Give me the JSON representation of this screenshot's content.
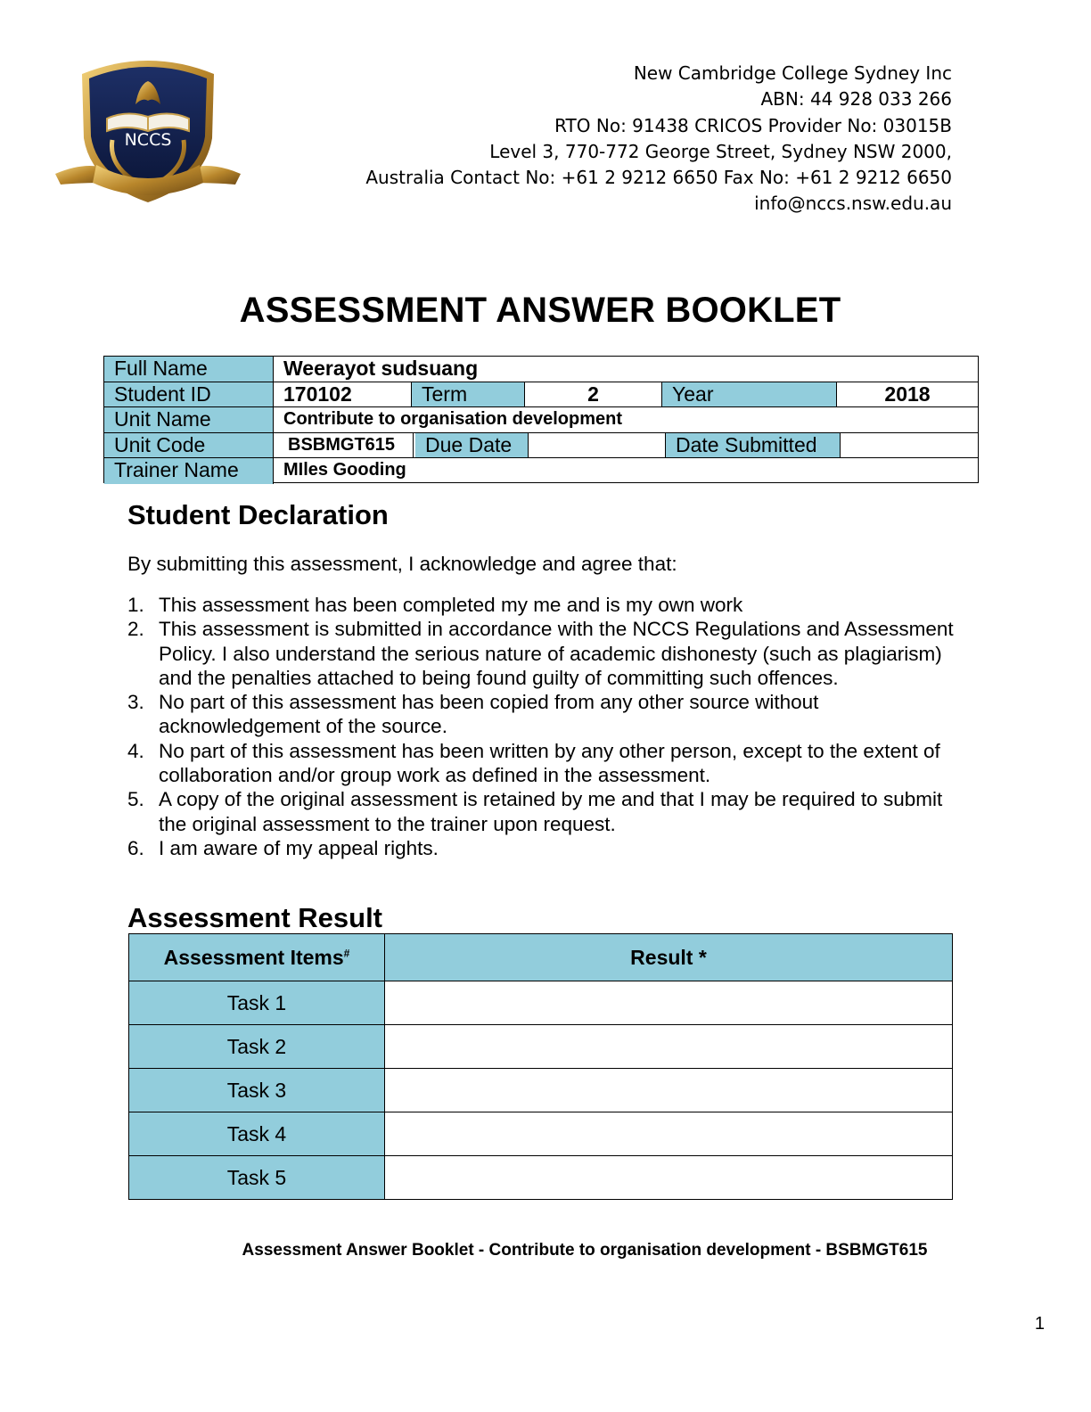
{
  "header": {
    "logo_text": "NCCS",
    "address_lines": [
      "New Cambridge College Sydney Inc",
      "ABN: 44 928 033 266",
      "RTO No: 91438 CRICOS Provider No: 03015B",
      "Level 3, 770-772 George Street, Sydney NSW 2000,",
      "Australia Contact No: +61 2 9212 6650 Fax No: +61 2 9212 6650",
      "info@nccs.nsw.edu.au"
    ]
  },
  "title": "ASSESSMENT ANSWER BOOKLET",
  "info": {
    "full_name_label": "Full Name",
    "full_name": "Weerayot sudsuang",
    "student_id_label": "Student ID",
    "student_id": "170102",
    "term_label": "Term",
    "term": "2",
    "year_label": "Year",
    "year": "2018",
    "unit_name_label": "Unit Name",
    "unit_name": "Contribute to organisation development",
    "unit_code_label": "Unit Code",
    "unit_code": "BSBMGT615",
    "due_date_label": "Due Date",
    "due_date": "",
    "date_submitted_label": "Date Submitted",
    "date_submitted": "",
    "trainer_name_label": "Trainer Name",
    "trainer_name": "MIles Gooding"
  },
  "declaration": {
    "heading": "Student Declaration",
    "intro": "By submitting this assessment, I acknowledge and agree that:",
    "items": [
      {
        "num": "1.",
        "text": "This assessment has been completed my me and is my own work"
      },
      {
        "num": "2.",
        "text": "This assessment is submitted in accordance with the NCCS Regulations and Assessment Policy. I also understand the serious nature of academic dishonesty (such as plagiarism) and the penalties attached to being found guilty of committing such offences."
      },
      {
        "num": "3.",
        "text": "No part of this assessment has been copied from any other source without acknowledgement of the source."
      },
      {
        "num": "4.",
        "text": "No part of this assessment has been written by any other person, except to the extent of collaboration and/or group work as defined in the assessment."
      },
      {
        "num": "5.",
        "text": "A copy of the original assessment is retained by me and that I may be required to submit the original assessment to the trainer upon request."
      },
      {
        "num": "6.",
        "text": "I am aware of my appeal rights."
      }
    ]
  },
  "result": {
    "heading": "Assessment Result",
    "col_items": "Assessment Items",
    "col_items_sup": "#",
    "col_result": "Result *",
    "tasks": [
      {
        "name": "Task 1",
        "result": ""
      },
      {
        "name": "Task 2",
        "result": ""
      },
      {
        "name": "Task 3",
        "result": ""
      },
      {
        "name": "Task 4",
        "result": ""
      },
      {
        "name": "Task 5",
        "result": ""
      }
    ]
  },
  "footer": "Assessment Answer Booklet - Contribute to organisation development - BSBMGT615",
  "page_number": "1"
}
